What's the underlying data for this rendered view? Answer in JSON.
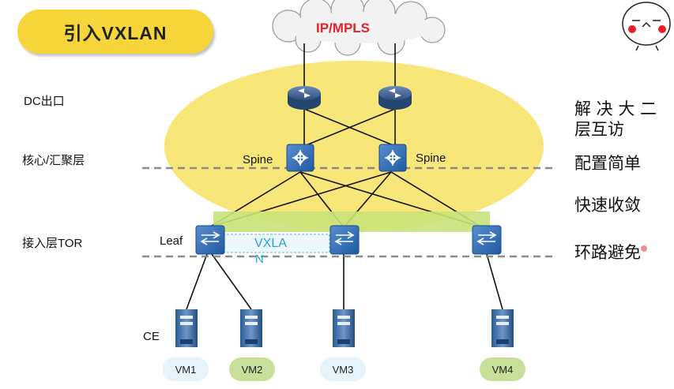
{
  "title": "引入VXLAN",
  "cloud_label": "IP/MPLS",
  "layers": {
    "dc_exit": "DC出口",
    "core": "核心/汇聚层",
    "access": "接入层TOR"
  },
  "nodes": {
    "spine_left": "Spine",
    "spine_right": "Spine",
    "leaf": "Leaf",
    "ce": "CE",
    "vxlan": "VXLA",
    "vxlan_wrap": "N"
  },
  "benefits": {
    "line1": "解 决 大 二",
    "line2": "层互访",
    "config": "配置简单",
    "converge": "快速收敛",
    "loop": "环路避免"
  },
  "vms": [
    "VM1",
    "VM2",
    "VM3",
    "VM4"
  ],
  "colors": {
    "title_bg": "#f6d53a",
    "ellipse": "#f7e36a",
    "cloud_text": "#e8202a",
    "vxlan_text": "#1aa7d6",
    "tunnel": "#c9e27a",
    "device": "#2a6db0",
    "vm_green": "#c8df9a",
    "vm_blue": "#e6f3fb"
  }
}
